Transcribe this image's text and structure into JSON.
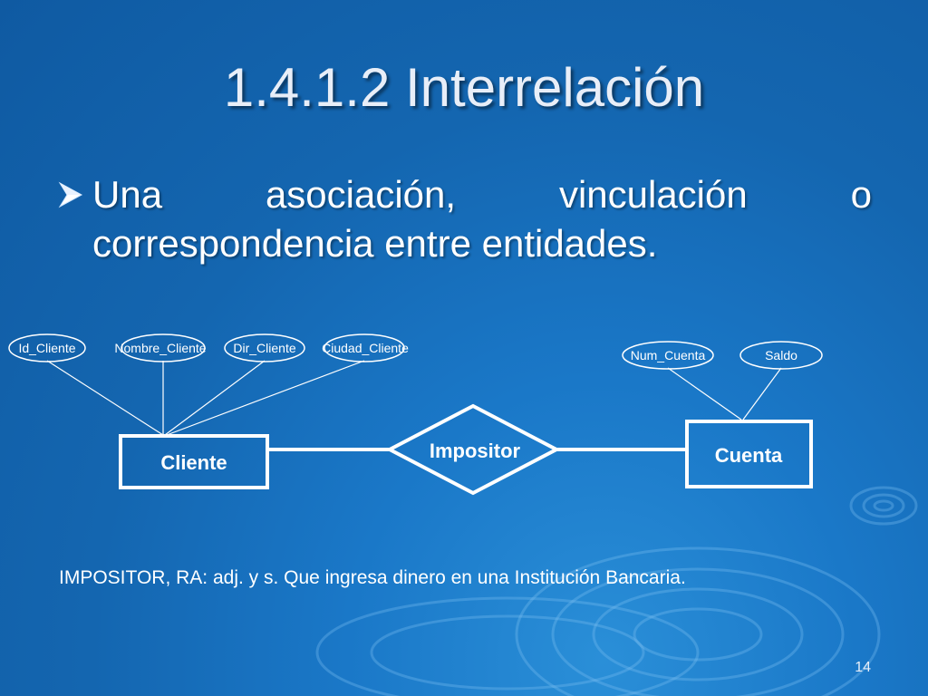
{
  "slide": {
    "title": "1.4.1.2 Interrelación",
    "bullet": {
      "words_line1": [
        "Una",
        "asociación,",
        "vinculación",
        "o"
      ],
      "line2": "correspondencia entre entidades."
    },
    "footnote": "IMPOSITOR, RA: adj. y s. Que ingresa dinero en una Institución Bancaria.",
    "page_number": "14"
  },
  "diagram": {
    "entities": {
      "cliente": "Cliente",
      "cuenta": "Cuenta"
    },
    "relationship": "Impositor",
    "cliente_attributes": [
      "Id_Cliente",
      "Nombre_Cliente",
      "Dir_Cliente",
      "Ciudad_Cliente"
    ],
    "cuenta_attributes": [
      "Num_Cuenta",
      "Saldo"
    ]
  },
  "colors": {
    "background": "#1466b0",
    "lines": "#ffffff"
  }
}
